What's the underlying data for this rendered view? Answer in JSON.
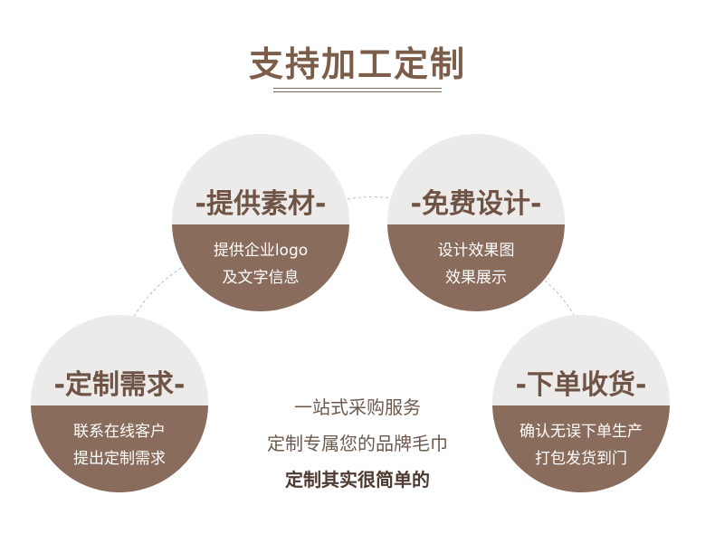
{
  "title": "支持加工定制",
  "steps": [
    {
      "heading": "-提供素材-",
      "line1": "提供企业logo",
      "line2": "及文字信息"
    },
    {
      "heading": "-免费设计-",
      "line1": "设计效果图",
      "line2": "效果展示"
    },
    {
      "heading": "-定制需求-",
      "line1": "联系在线客户",
      "line2": "提出定制需求"
    },
    {
      "heading": "-下单收货-",
      "line1": "确认无误下单生产",
      "line2": "打包发货到门"
    }
  ],
  "center": {
    "line1": "一站式采购服务",
    "line2": "定制专属您的品牌毛巾",
    "line3": "定制其实很简单的"
  },
  "colors": {
    "title": "#7b5d4a",
    "circle_top": "#ecebea",
    "circle_bottom": "#8a6c5d",
    "heading": "#6f5446",
    "connector": "#b8b8cc"
  }
}
